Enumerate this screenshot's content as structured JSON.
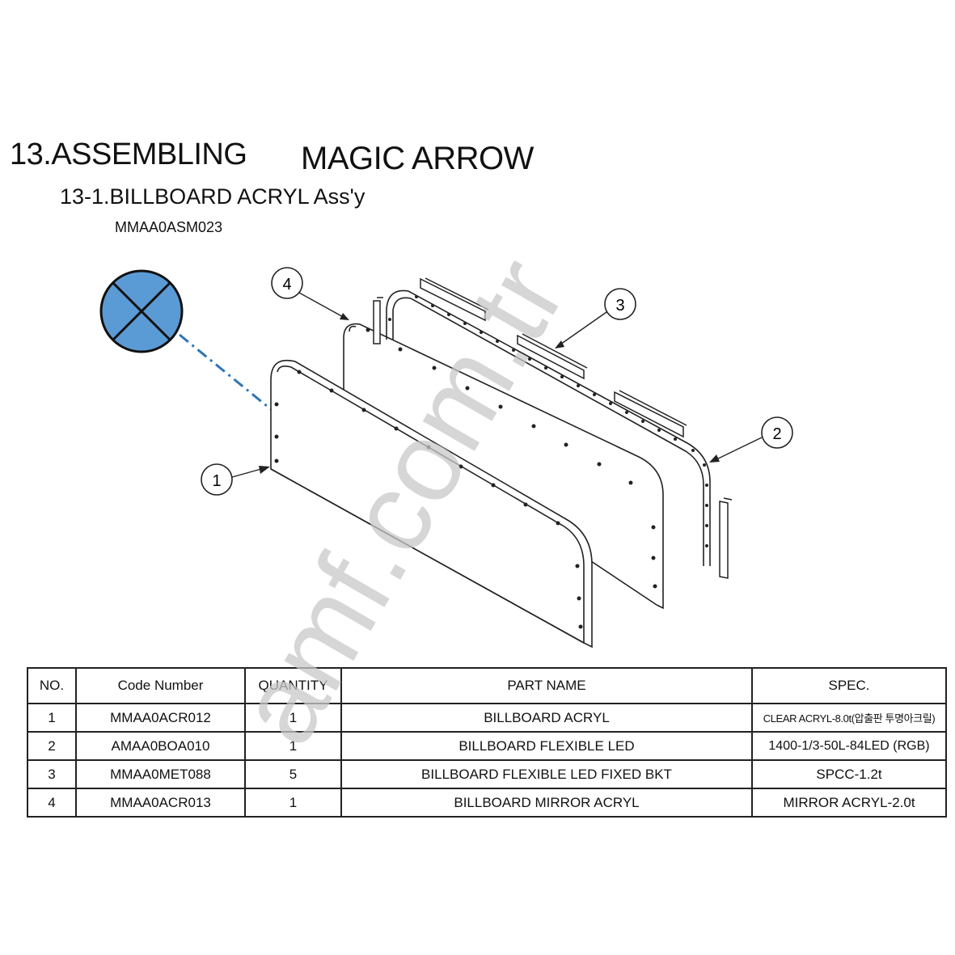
{
  "header": {
    "title": "13.ASSEMBLING",
    "model": "MAGIC ARROW",
    "subtitle": "13-1.BILLBOARD ACRYL Ass'y",
    "assembly_code": "MMAA0ASM023"
  },
  "callouts": [
    "1",
    "2",
    "3",
    "4"
  ],
  "table": {
    "headers": [
      "NO.",
      "Code Number",
      "QUANTITY",
      "PART NAME",
      "SPEC."
    ],
    "rows": [
      {
        "no": "1",
        "code": "MMAA0ACR012",
        "qty": "1",
        "name": "BILLBOARD ACRYL",
        "spec": "CLEAR ACRYL-8.0t(압출판 투명아크릴)"
      },
      {
        "no": "2",
        "code": "AMAA0BOA010",
        "qty": "1",
        "name": "BILLBOARD FLEXIBLE LED",
        "spec": "1400-1/3-50L-84LED (RGB)"
      },
      {
        "no": "3",
        "code": "MMAA0MET088",
        "qty": "5",
        "name": "BILLBOARD FLEXIBLE LED FIXED BKT",
        "spec": "SPCC-1.2t"
      },
      {
        "no": "4",
        "code": "MMAA0ACR013",
        "qty": "1",
        "name": "BILLBOARD MIRROR ACRYL",
        "spec": "MIRROR ACRYL-2.0t"
      }
    ]
  },
  "watermark": "amf.com.tr",
  "colors": {
    "marker_fill": "#5b9bd5",
    "arrow": "#2e75b6",
    "watermark": "#c8c8c8"
  }
}
